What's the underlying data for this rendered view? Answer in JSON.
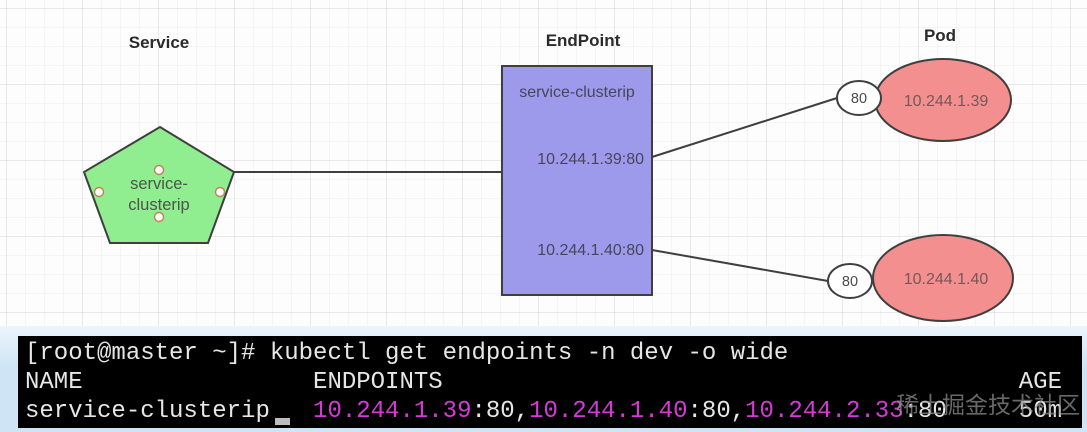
{
  "diagram": {
    "service": {
      "label": "Service",
      "node_line1": "service-",
      "node_line2": "clusterip"
    },
    "endpoint": {
      "label": "EndPoint",
      "title": "service-clusterip",
      "entries": [
        "10.244.1.39:80",
        "10.244.1.40:80"
      ]
    },
    "pod": {
      "label": "Pod",
      "pods": [
        {
          "port": "80",
          "ip": "10.244.1.39"
        },
        {
          "port": "80",
          "ip": "10.244.1.40"
        }
      ]
    },
    "colors": {
      "service_fill": "#90ee90",
      "endpoint_fill": "#9d9aec",
      "pod_fill": "#f3908f",
      "shape_border": "#3f3f3f",
      "anchor_dot_border": "#c2824f"
    }
  },
  "terminal": {
    "command_line": "[root@master ~]# kubectl get endpoints -n dev -o wide",
    "header_row": "NAME                ENDPOINTS                                        AGE",
    "row": {
      "name_padded": "service-clusterip   ",
      "segments": [
        {
          "text": "10.244.1.39",
          "style": "ip"
        },
        {
          "text": ":80,",
          "style": "plain"
        },
        {
          "text": "10.244.1.40",
          "style": "ip"
        },
        {
          "text": ":80,",
          "style": "plain"
        },
        {
          "text": "10.244.2.33",
          "style": "ip"
        },
        {
          "text": ":80",
          "style": "plain"
        }
      ],
      "age_padded": "     50m"
    },
    "colors": {
      "background": "#000000",
      "text": "#e6e6e6",
      "ip_highlight": "#d63ad6"
    }
  },
  "watermark": {
    "text": "稀土掘金技术社区"
  }
}
